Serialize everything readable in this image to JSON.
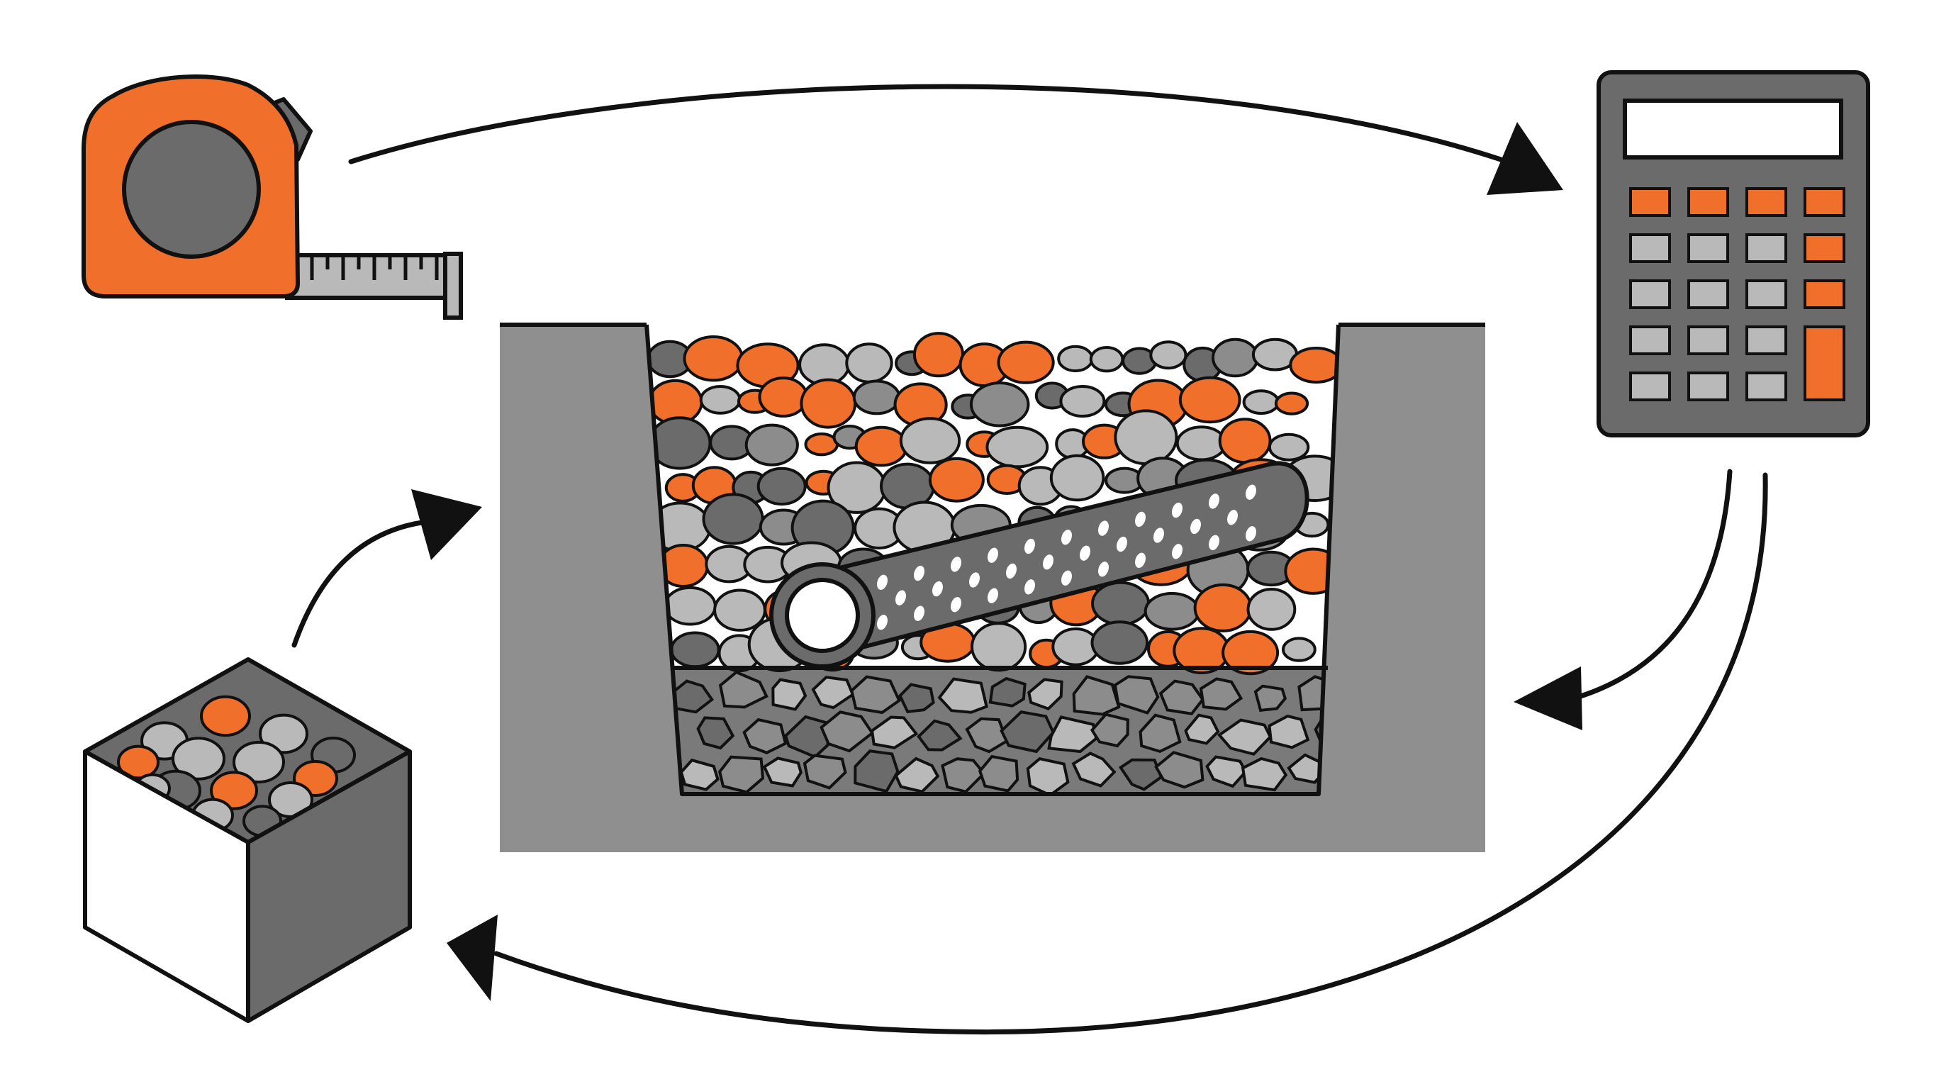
{
  "diagram": {
    "palette": {
      "orange": "#f06f2a",
      "dark_gray": "#6b6b6b",
      "mid_gray": "#8c8c8c",
      "light_gray": "#b9b9b9",
      "soil": "#8f8f8f",
      "outline": "#111111",
      "white": "#ffffff"
    },
    "icons": {
      "measure": "tape-measure-icon",
      "calculate": "calculator-icon",
      "trench": "french-drain-trench-cross-section",
      "pipe": "perforated-pipe-icon",
      "material": "gravel-cube-icon"
    },
    "flow": [
      {
        "from": "tape-measure-icon",
        "to": "calculator-icon"
      },
      {
        "from": "calculator-icon",
        "to": "french-drain-trench-cross-section"
      },
      {
        "from": "calculator-icon",
        "to": "gravel-cube-icon"
      },
      {
        "from": "gravel-cube-icon",
        "to": "french-drain-trench-cross-section"
      }
    ]
  }
}
